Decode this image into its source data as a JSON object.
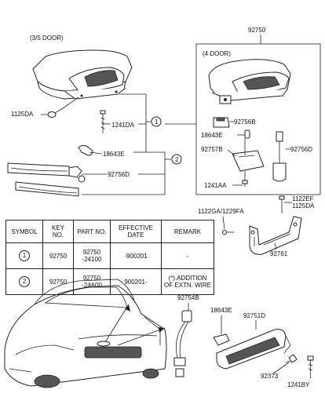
{
  "labels": {
    "door_35": "(3/5 DOOR)",
    "door_4": "(4 DOOR)",
    "p92750_top": "92750",
    "p1125DA": "1125DA",
    "p1241DA": "1241DA",
    "p18643E_left": "18643E",
    "p92756D_left": "92756D",
    "circle_1": "1",
    "circle_2": "2",
    "p92756B": "92756B",
    "p18643E_box": "18643E",
    "p92757B": "92757B",
    "p92756D_box": "92756D",
    "p1241AA": "1241AA",
    "p1122EF": "1122EF",
    "p1125DA_right": "1125DA",
    "p1122GA": "1122GA/1229FA",
    "p92761": "92761",
    "p92754B": "92754B",
    "p18643E_bottom": "18643E",
    "p92751D": "92751D",
    "p92373": "92373",
    "p1241BY": "1241BY"
  },
  "table": {
    "headers": [
      "SYMBOL",
      "KEY NO.",
      "PART NO.",
      "EFFECTIVE DATE",
      "REMARK"
    ],
    "rows": [
      {
        "symbol": "1",
        "key_no": "92750",
        "part_no": "92750 -24100",
        "effective_date": "-900201",
        "remark": "-"
      },
      {
        "symbol": "2",
        "key_no": "92750",
        "part_no": "92750 -24A00",
        "effective_date": "900201-",
        "remark": "(*).ADDITION OF EXTN. WIRE"
      }
    ]
  }
}
